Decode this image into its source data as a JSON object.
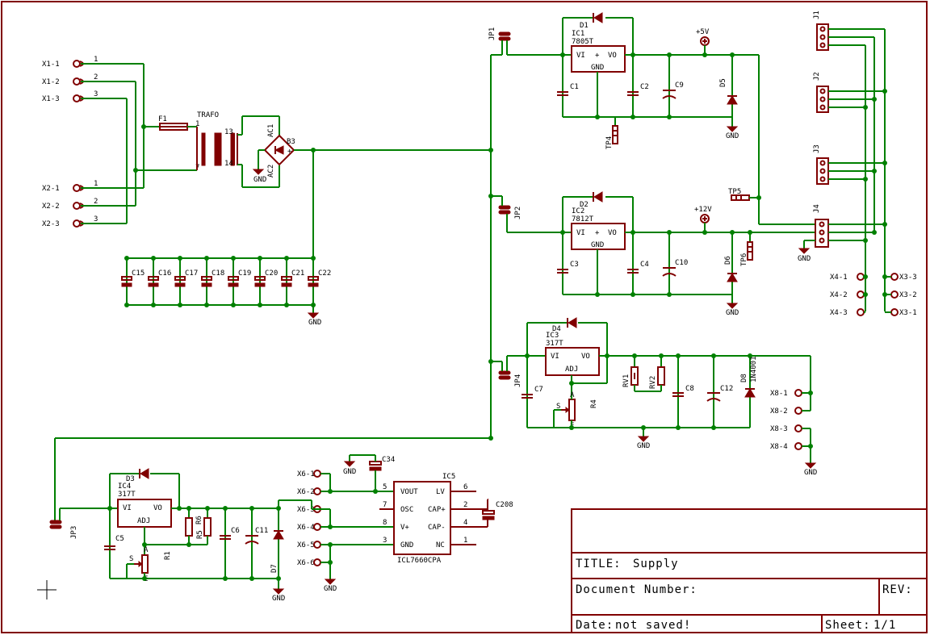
{
  "title_block": {
    "title_label": "TITLE:",
    "title": "Supply",
    "doc_number_label": "Document Number:",
    "rev_label": "REV:",
    "date_label": "Date:",
    "date": "not saved!",
    "sheet_label": "Sheet:",
    "sheet": "1/1"
  },
  "trafo": {
    "name": "TRAFO",
    "pin13": "13",
    "pin14": "14",
    "pin1": "1",
    "pin7": "7"
  },
  "fuse": {
    "name": "F1"
  },
  "bridge": {
    "name": "B3",
    "ac1": "AC1",
    "ac2": "AC2",
    "plus": "+"
  },
  "connectors_in": [
    {
      "label": "X1-1",
      "pin": "1"
    },
    {
      "label": "X1-2",
      "pin": "2"
    },
    {
      "label": "X1-3",
      "pin": "3"
    },
    {
      "label": "X2-1",
      "pin": "1"
    },
    {
      "label": "X2-2",
      "pin": "2"
    },
    {
      "label": "X2-3",
      "pin": "3"
    }
  ],
  "bank_caps": [
    "C15",
    "C16",
    "C17",
    "C18",
    "C19",
    "C20",
    "C21",
    "C22"
  ],
  "gnd": "GND",
  "jumpers": {
    "jp1": "JP1",
    "jp2": "JP2",
    "jp3": "JP3",
    "jp4": "JP4"
  },
  "reg1": {
    "diode": "D1",
    "ic": "IC1",
    "part": "7805T",
    "vi": "VI",
    "vo": "VO",
    "gnd": "GND",
    "plus": "+",
    "c1": "C1",
    "c2": "C2",
    "c9": "C9",
    "d5": "D5",
    "tp4": "TP4",
    "rail": "+5V"
  },
  "reg2": {
    "diode": "D2",
    "ic": "IC2",
    "part": "7812T",
    "vi": "VI",
    "vo": "VO",
    "gnd": "GND",
    "plus": "+",
    "c3": "C3",
    "c4": "C4",
    "c10": "C10",
    "d6": "D6",
    "tp5": "TP5",
    "tp6": "TP6",
    "rail": "+12V"
  },
  "reg3": {
    "diode": "D4",
    "ic": "IC3",
    "part": "317T",
    "vi": "VI",
    "vo": "VO",
    "adj": "ADJ",
    "c7": "C7",
    "r4": "R4",
    "rv1": "RV1",
    "rv2": "RV2",
    "c8": "C8",
    "c12": "C12",
    "d8": "D8",
    "d8part": "1N4001"
  },
  "reg4": {
    "diode": "D3",
    "ic": "IC4",
    "part": "317T",
    "vi": "VI",
    "vo": "VO",
    "adj": "ADJ",
    "c5": "C5",
    "r1": "R1",
    "r5": "R5",
    "r6": "R6",
    "c6": "C6",
    "c11": "C11",
    "d7": "D7"
  },
  "ic5": {
    "name": "IC5",
    "part": "ICL7660CPA",
    "vout": "VOUT",
    "lv": "LV",
    "osc": "OSC",
    "capp": "CAP+",
    "vp": "V+",
    "capm": "CAP-",
    "gnd": "GND",
    "nc": "NC",
    "c34": "C34",
    "c208": "C208",
    "p8": "8",
    "p7": "7",
    "p6": "6",
    "p5": "5",
    "p4": "4",
    "p3": "3",
    "p2": "2",
    "p1": "1"
  },
  "headers": {
    "j1": "J1",
    "j2": "J2",
    "j3": "J3",
    "j4": "J4"
  },
  "x4": [
    "X4-1",
    "X4-2",
    "X4-3"
  ],
  "x3": [
    "X3-3",
    "X3-2",
    "X3-1"
  ],
  "x8": [
    "X8-1",
    "X8-2",
    "X8-3",
    "X8-4"
  ],
  "x6": [
    "X6-1",
    "X6-2",
    "X6-3",
    "X6-4",
    "X6-5",
    "X6-6"
  ],
  "pot_labels": {
    "a": "A",
    "s": "S",
    "e": "E"
  }
}
